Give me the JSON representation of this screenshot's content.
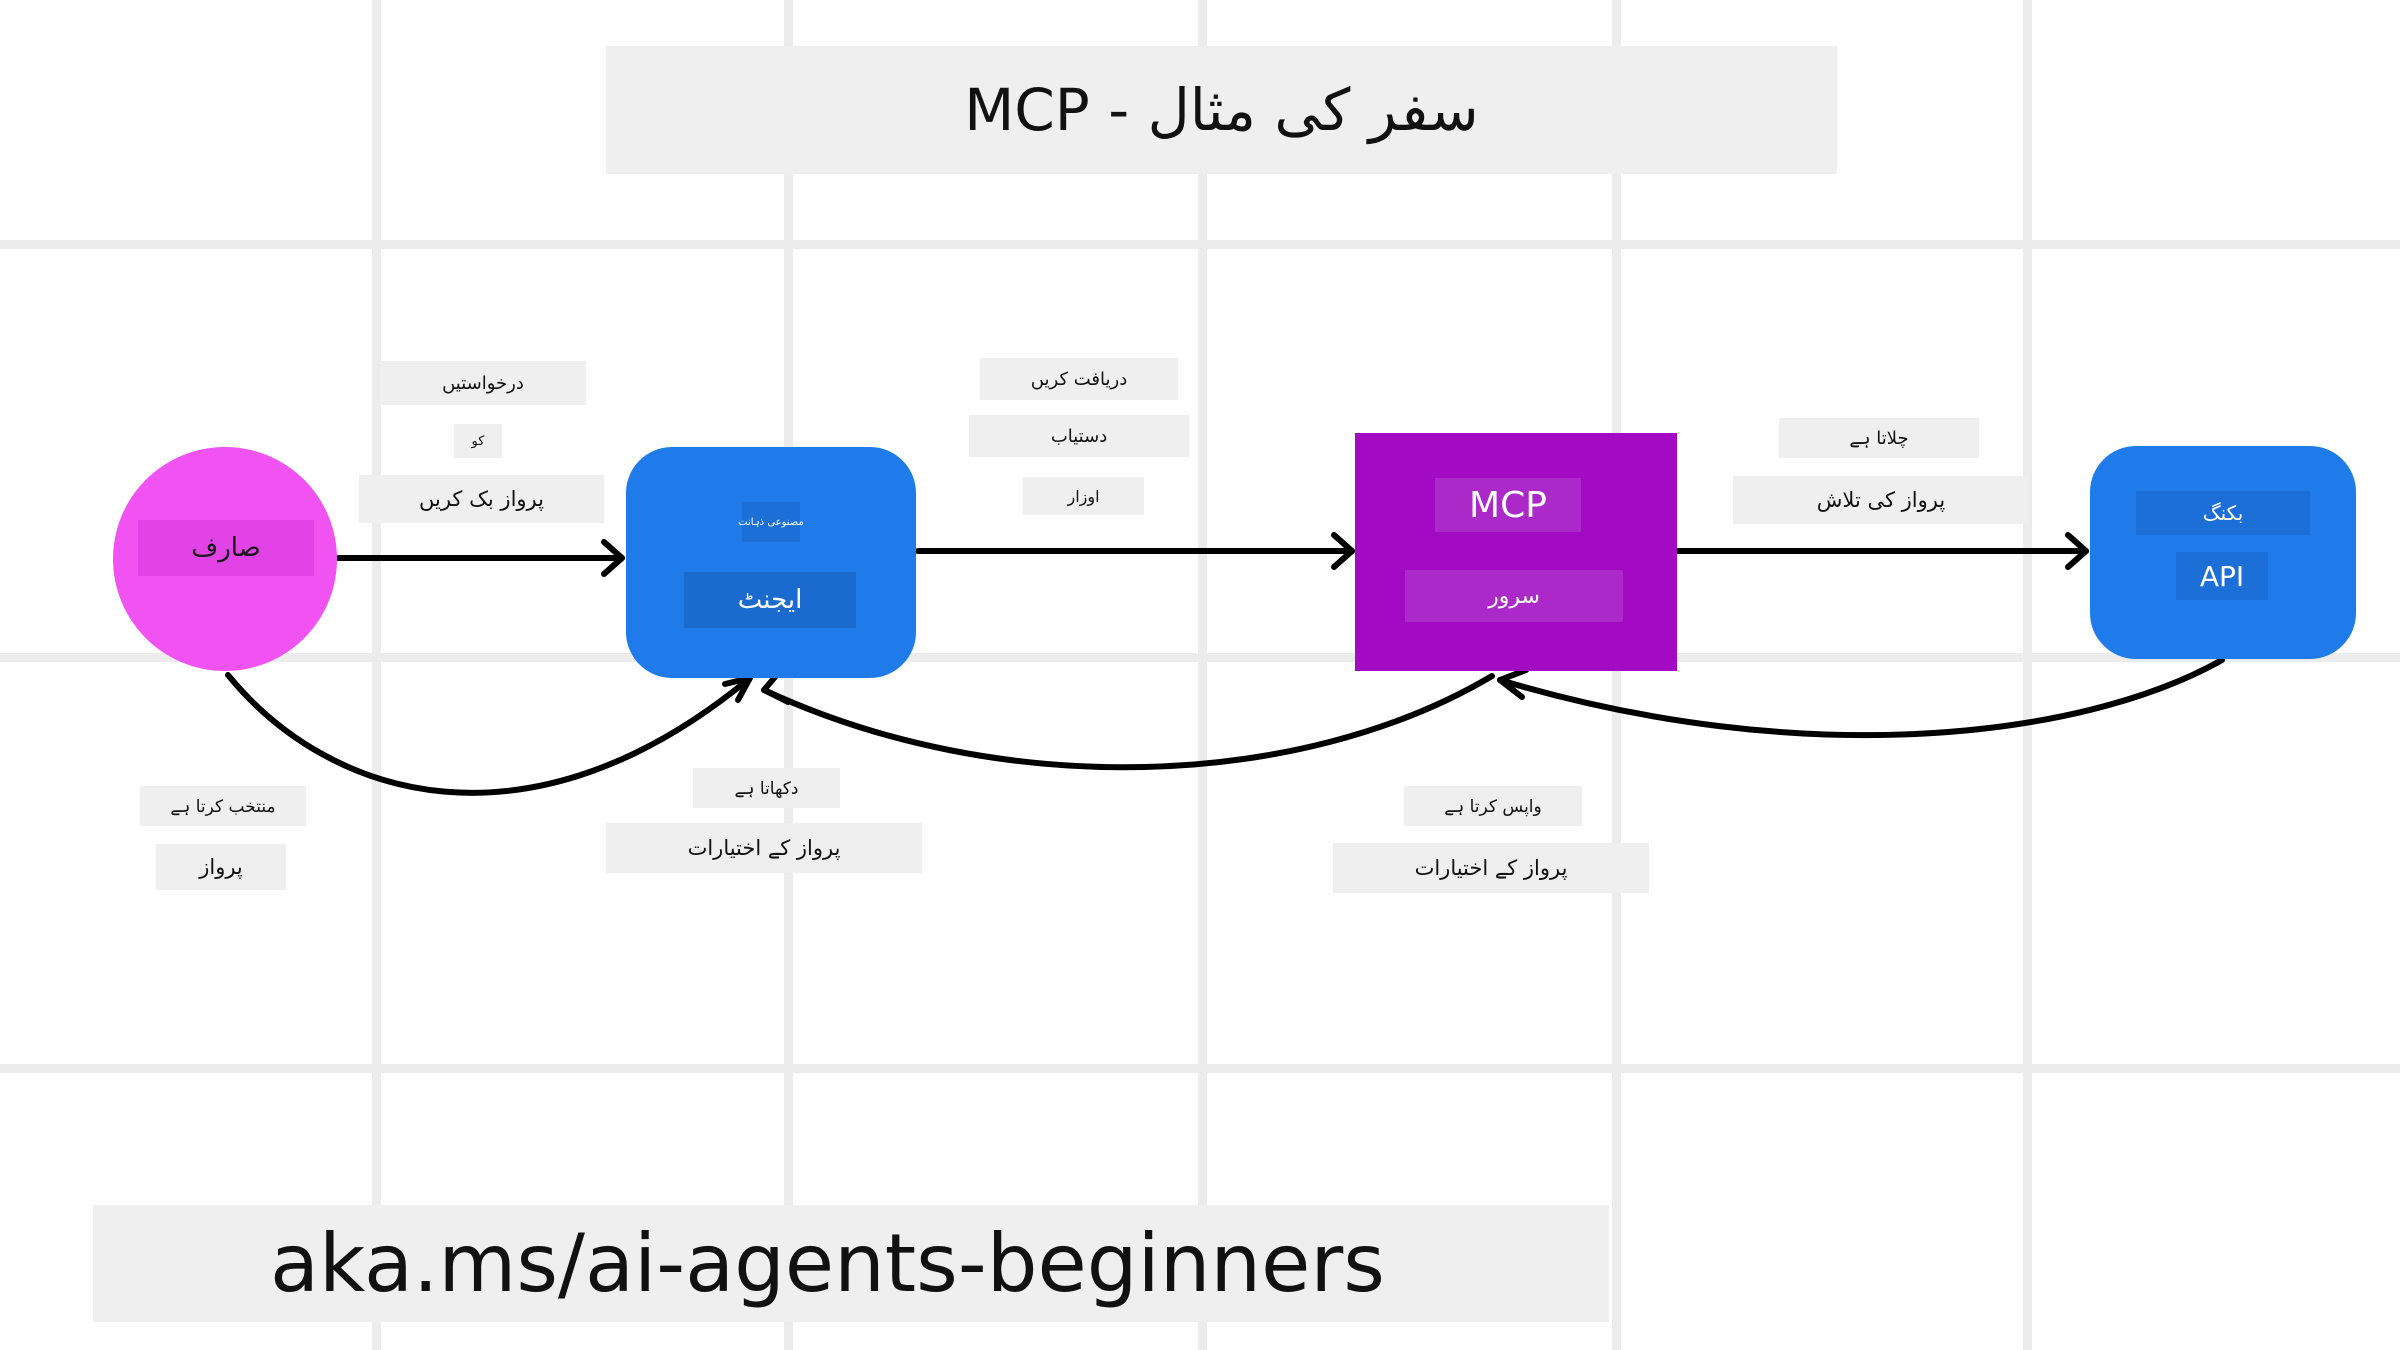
{
  "title": "MCP - سفر کی مثال",
  "footer_link": "aka.ms/ai-agents-beginners",
  "colors": {
    "user": "#f153f2",
    "agent": "#1f7aea",
    "mcp_server": "#a20ac4",
    "booking_api": "#1f7aea",
    "label_bg": "#efefef",
    "grid": "#ececec"
  },
  "nodes": {
    "user": {
      "label": "صارف"
    },
    "agent": {
      "small_label": "مصنوعی ذہانت",
      "label": "ایجنٹ"
    },
    "mcp_server": {
      "label_top": "MCP",
      "label_bottom": "سرور"
    },
    "booking_api": {
      "label_top": "بکنگ",
      "label_bottom": "API"
    }
  },
  "edge_labels": {
    "user_to_agent": [
      "درخواستیں",
      "کو",
      "پرواز بک کریں"
    ],
    "agent_to_server": [
      "دریافت کریں",
      "دستیاب",
      "اوزار"
    ],
    "server_to_api": [
      "چلاتا ہے",
      "پرواز کی تلاش"
    ],
    "user_selects": [
      "منتخب کرتا ہے",
      "پرواز"
    ],
    "agent_shows": [
      "دکھاتا ہے",
      "پرواز کے اختیارات"
    ],
    "server_returns": [
      "واپس کرتا ہے",
      "پرواز کے اختیارات"
    ]
  }
}
